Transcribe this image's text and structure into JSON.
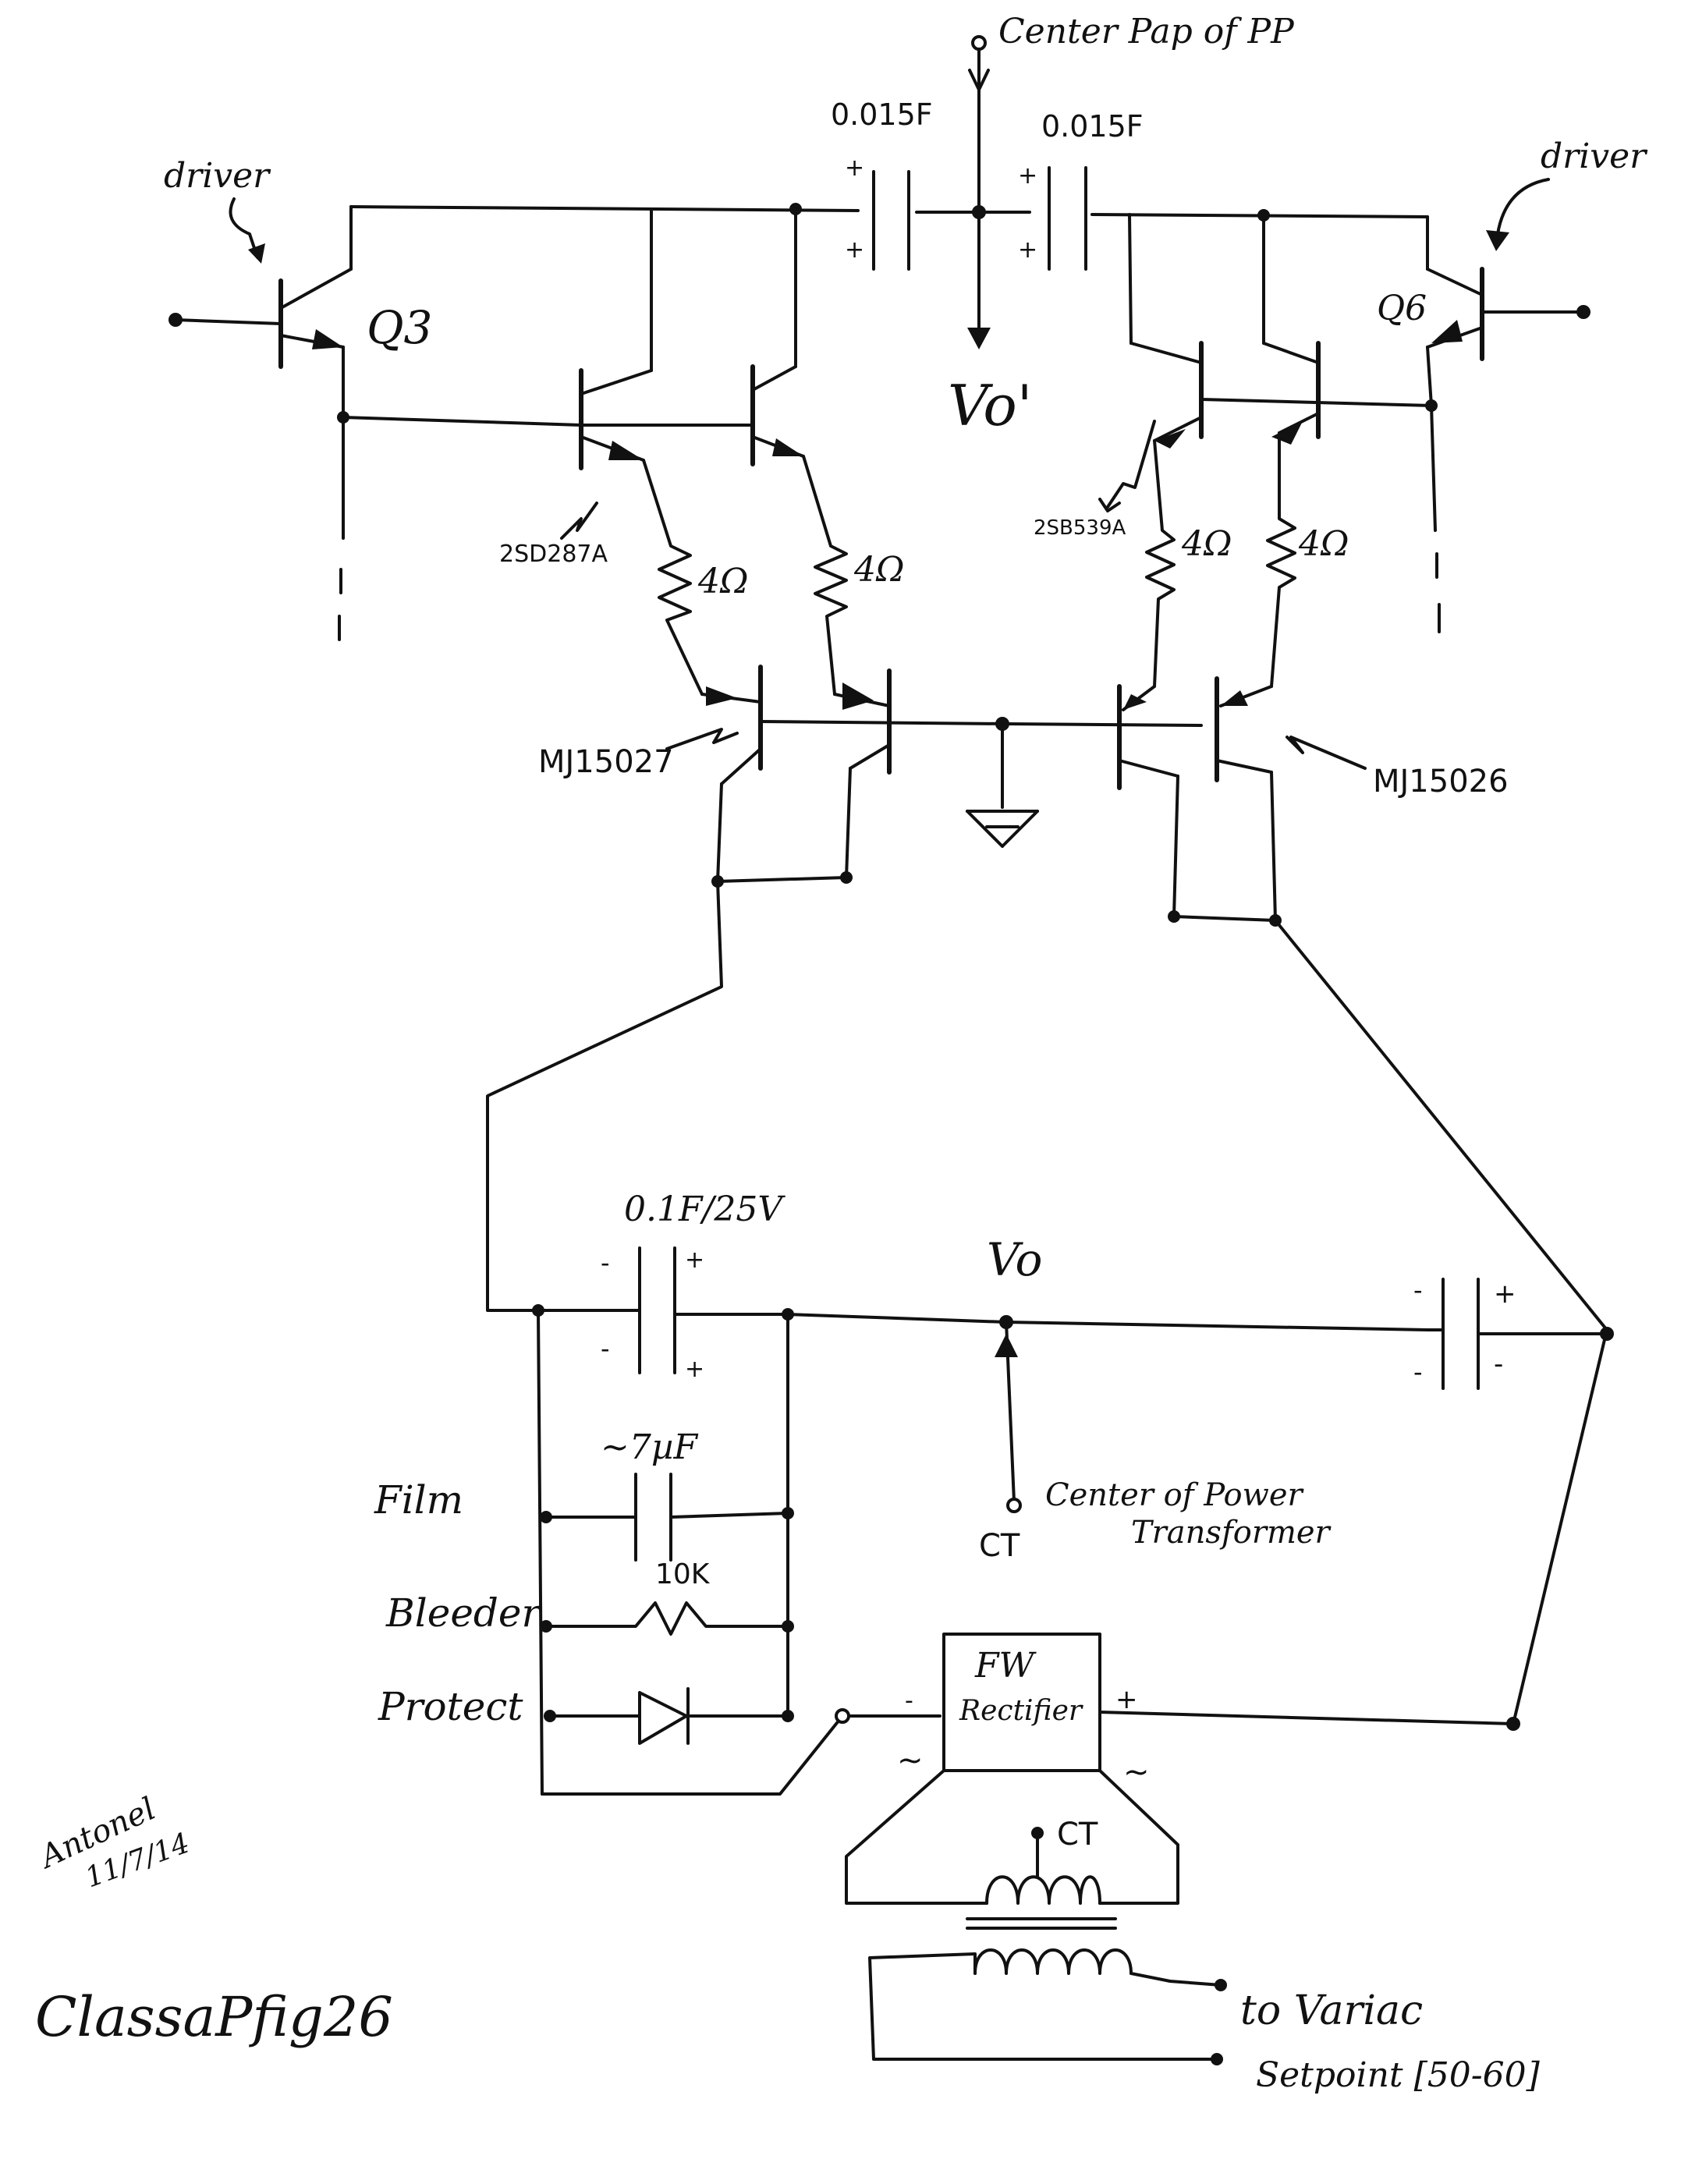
{
  "labels": {
    "top_tap": "Center Pap of PP",
    "cap_top_left": "0.015F",
    "cap_top_right": "0.015F",
    "driver_left": "driver",
    "driver_right": "driver",
    "q3": "Q3",
    "q6": "Q6",
    "vo_prime": "Vo'",
    "driver_npn": "2SD287A",
    "driver_pnp": "2SB539A",
    "r1": "4Ω",
    "r2": "4Ω",
    "r3": "4Ω",
    "r4": "4Ω",
    "out_npn": "MJ15027",
    "out_pnp": "MJ15026",
    "cap_main": "0.1F/25V",
    "vo": "Vo",
    "film_cap": "~7µF",
    "film": "Film",
    "bleeder_value": "10K",
    "bleeder": "Bleeder",
    "protect": "Protect",
    "ct_node": "Center of Power Transformer",
    "ct_short": "CT",
    "rectifier_line1": "FW",
    "rectifier_line2": "Rectifier",
    "xfmr_ct": "CT",
    "variac_line1": "to Variac",
    "variac_line2": "Setpoint [50-60]",
    "signature": "Antonel",
    "date": "11/7/14",
    "figure": "ClassaPfig26"
  },
  "polarity": {
    "plus": "+",
    "minus": "-",
    "ac": "~"
  }
}
